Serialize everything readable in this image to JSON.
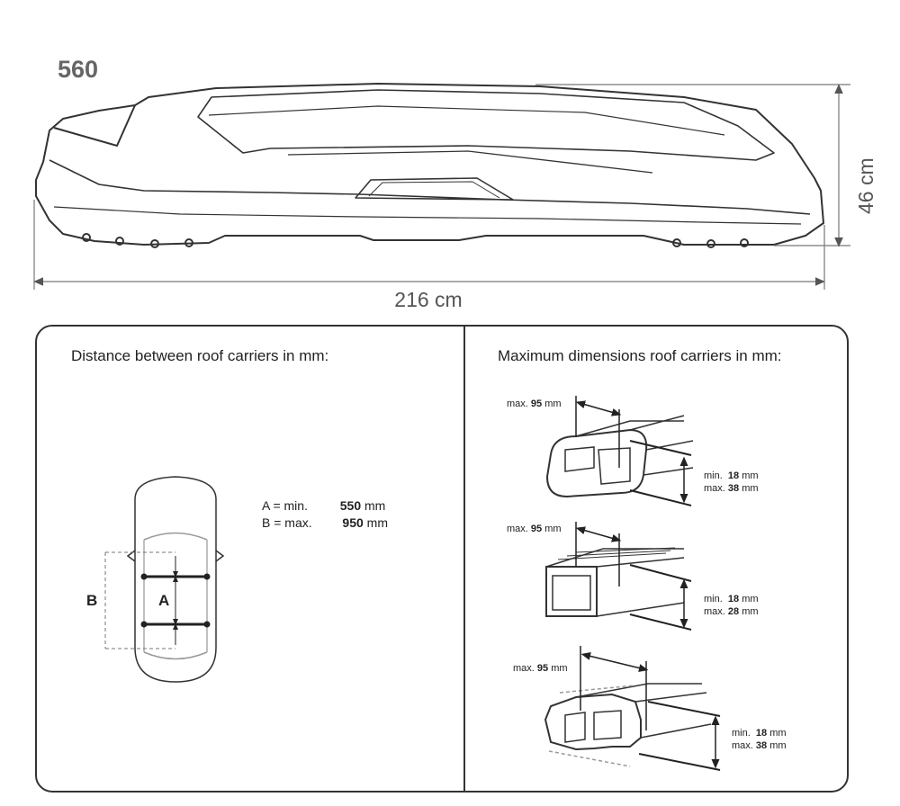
{
  "model_number": "560",
  "length_label": "216 cm",
  "height_label": "46 cm",
  "left_panel": {
    "title": "Distance between roof carriers in mm:",
    "label_a": "A",
    "label_b": "B",
    "specs": [
      {
        "key": "A = min.",
        "value": "550",
        "unit": "mm"
      },
      {
        "key": "B = max.",
        "value": "950",
        "unit": "mm"
      }
    ]
  },
  "right_panel": {
    "title": "Maximum dimensions roof carriers in mm:",
    "bars": [
      {
        "width_prefix": "max.",
        "width_value": "95",
        "unit": "mm",
        "min_prefix": "min.",
        "min_value": "18",
        "max_prefix": "max.",
        "max_value": "38"
      },
      {
        "width_prefix": "max.",
        "width_value": "95",
        "unit": "mm",
        "min_prefix": "min.",
        "min_value": "18",
        "max_prefix": "max.",
        "max_value": "28"
      },
      {
        "width_prefix": "max.",
        "width_value": "95",
        "unit": "mm",
        "min_prefix": "min.",
        "min_value": "18",
        "max_prefix": "max.",
        "max_value": "38"
      }
    ]
  },
  "colors": {
    "line": "#333333",
    "accent_text": "#666666"
  }
}
